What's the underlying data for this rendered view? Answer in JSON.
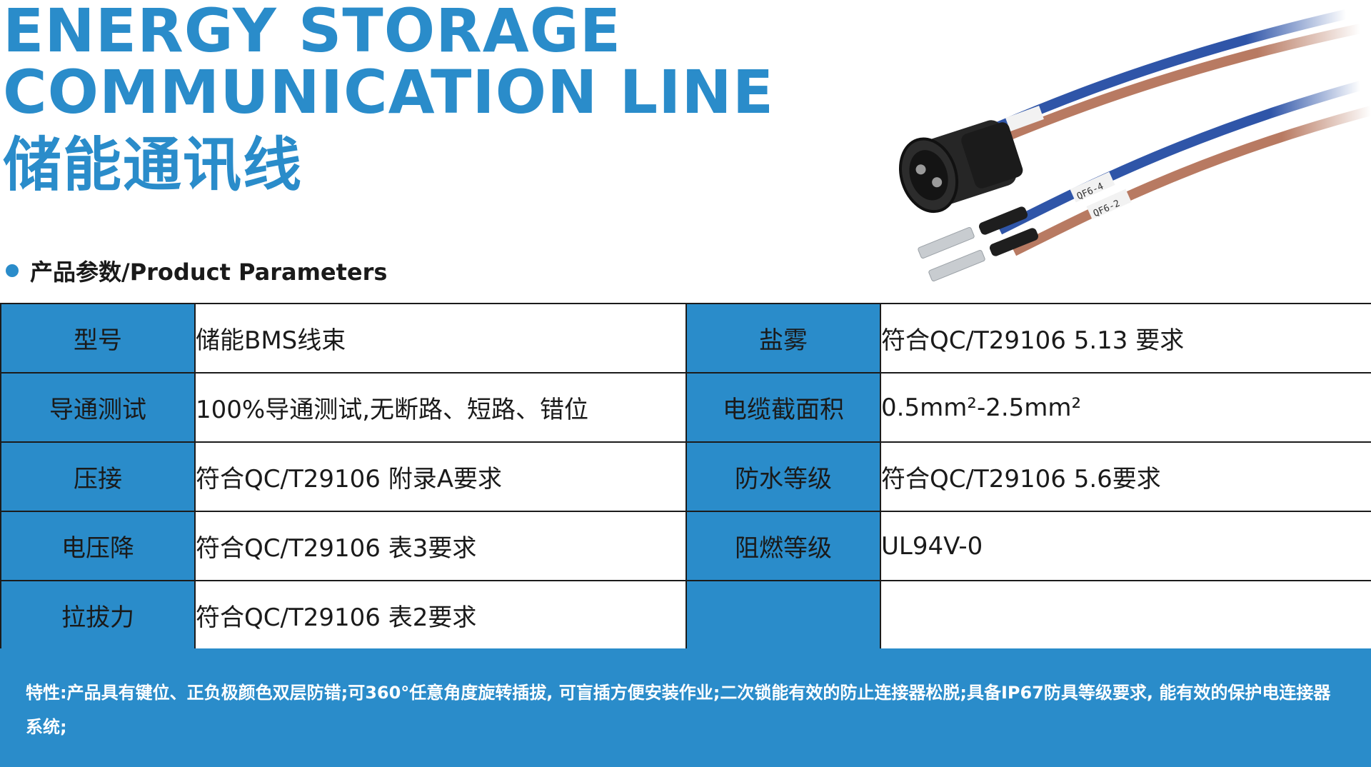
{
  "title": {
    "line1": "ENERGY STORAGE",
    "line2": "COMMUNICATION LINE",
    "line3": "储能通讯线"
  },
  "section": {
    "heading": "产品参数/Product Parameters"
  },
  "product_image": {
    "labels": [
      "QF6-4",
      "QF6-2"
    ],
    "colors": {
      "blue_wire": "#2f55a8",
      "brown_wire": "#b87a62",
      "connector": "#1e1e1e",
      "terminal": "#c8ccd0"
    }
  },
  "table": {
    "rows": [
      {
        "label1": "型号",
        "value1": "储能BMS线束",
        "label2": "盐雾",
        "value2": "符合QC/T29106 5.13 要求"
      },
      {
        "label1": "导通测试",
        "value1": "100%导通测试,无断路、短路、错位",
        "label2": "电缆截面积",
        "value2": "0.5mm²-2.5mm²"
      },
      {
        "label1": "压接",
        "value1": "符合QC/T29106 附录A要求",
        "label2": "防水等级",
        "value2": "符合QC/T29106 5.6要求"
      },
      {
        "label1": "电压降",
        "value1": "符合QC/T29106 表3要求",
        "label2": "阻燃等级",
        "value2": "UL94V-0"
      },
      {
        "label1": "拉拔力",
        "value1": "符合QC/T29106 表2要求",
        "label2": "",
        "value2": ""
      }
    ]
  },
  "features": {
    "text": "特性:产品具有键位、正负极颜色双层防错;可360°任意角度旋转插拔, 可盲插方便安装作业;二次锁能有效的防止连接器松脱;具备IP67防具等级要求, 能有效的保护电连接器系统;"
  },
  "colors": {
    "accent": "#2a8cca",
    "border": "#1b1b1b"
  }
}
